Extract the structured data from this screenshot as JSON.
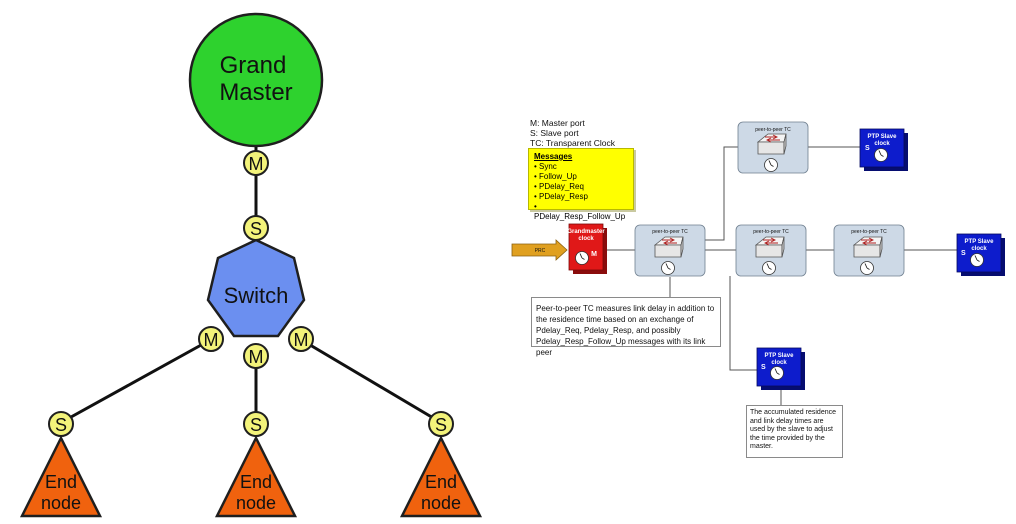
{
  "left_diagram": {
    "grandmaster_label": [
      "Grand",
      "Master"
    ],
    "switch_label": "Switch",
    "end_node_label": [
      "End",
      "node"
    ],
    "master_port": "M",
    "slave_port": "S"
  },
  "right_diagram": {
    "legend": [
      "M: Master port",
      "S: Slave port",
      "TC: Transparent Clock"
    ],
    "messages_title": "Messages",
    "messages": [
      "• Sync",
      "• Follow_Up",
      "• PDelay_Req",
      "• PDelay_Resp",
      "• PDelay_Resp_Follow_Up"
    ],
    "prc_label": "PRC",
    "grandmaster_clock_label": [
      "Grandmaster",
      "clock"
    ],
    "gm_port": "M",
    "tc_label": "peer-to-peer TC",
    "slave_clock_label": [
      "PTP Slave",
      "clock"
    ],
    "slave_port": "S",
    "note_peer": "Peer-to-peer TC measures link delay in addition to the residence time based on an exchange of Pdelay_Req, Pdelay_Resp, and possibly Pdelay_Resp_Follow_Up messages with its link peer",
    "note_slave": "The accumulated residence and link delay times are used by the slave to adjust the time provided by the master."
  },
  "colors": {
    "grandmaster_fill": "#2ed22e",
    "switch_fill": "#6b8ff0",
    "port_fill": "#f3f37a",
    "end_node_fill": "#f0620e",
    "tc_fill": "#cdd9e6",
    "gm_clock_fill": "#e01818",
    "slave_clock_fill": "#0d1ccc",
    "messages_fill": "#ffff00",
    "prc_fill": "#e0a020"
  }
}
